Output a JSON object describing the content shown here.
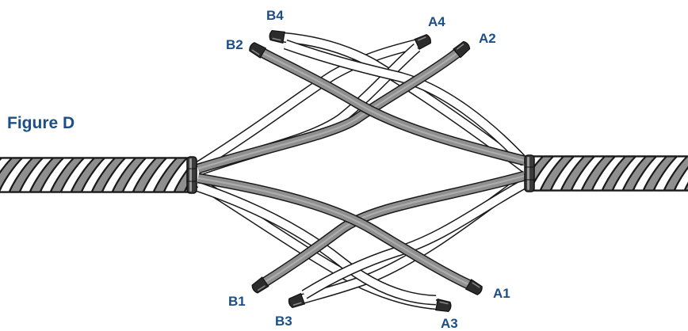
{
  "figure": {
    "title": "Figure D"
  },
  "strand_labels": {
    "b4": "B4",
    "a4": "A4",
    "b2": "B2",
    "a2": "A2",
    "b1": "B1",
    "a1": "A1",
    "b3": "B3",
    "a3": "A3"
  },
  "colors": {
    "label": "#1c4e87",
    "rope_gray": "#8f8f8f",
    "rope_white": "#ffffff",
    "outline": "#1a1a1a",
    "whipping": "#3a3a3a"
  },
  "icons": {
    "left_rope": "twisted-rope-icon",
    "right_rope": "twisted-rope-icon",
    "whipping": "whipping-band-icon",
    "strand_end": "taped-strand-end-icon"
  }
}
